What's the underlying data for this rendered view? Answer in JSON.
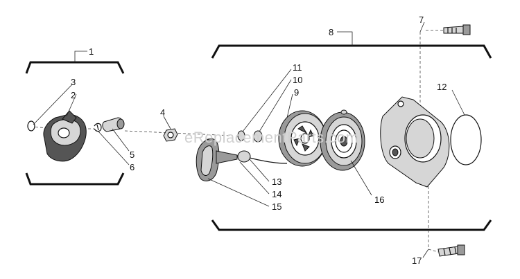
{
  "diagram": {
    "watermark": "eReplacementParts.com",
    "part_numbers": [
      "1",
      "2",
      "3",
      "4",
      "5",
      "6",
      "7",
      "8",
      "9",
      "10",
      "11",
      "12",
      "13",
      "14",
      "15",
      "16",
      "17"
    ]
  }
}
